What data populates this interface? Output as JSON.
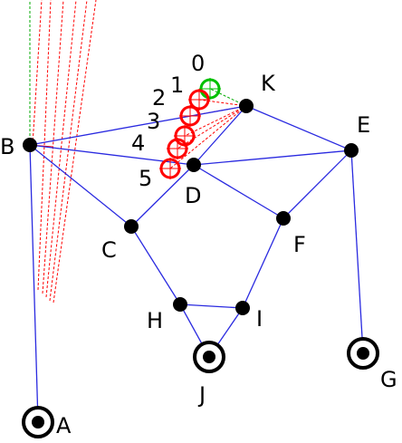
{
  "nodes": {
    "A": {
      "label": "A"
    },
    "B": {
      "label": "B"
    },
    "C": {
      "label": "C"
    },
    "D": {
      "label": "D"
    },
    "E": {
      "label": "E"
    },
    "F": {
      "label": "F"
    },
    "G": {
      "label": "G"
    },
    "H": {
      "label": "H"
    },
    "I": {
      "label": "I"
    },
    "J": {
      "label": "J"
    },
    "K": {
      "label": "K"
    }
  },
  "fixed_nodes": [
    "A",
    "G",
    "J"
  ],
  "edges": [
    [
      "A",
      "B"
    ],
    [
      "B",
      "K"
    ],
    [
      "B",
      "D"
    ],
    [
      "B",
      "C"
    ],
    [
      "C",
      "D"
    ],
    [
      "D",
      "K"
    ],
    [
      "D",
      "E"
    ],
    [
      "D",
      "F"
    ],
    [
      "K",
      "E"
    ],
    [
      "E",
      "F"
    ],
    [
      "E",
      "G"
    ],
    [
      "F",
      "I"
    ],
    [
      "C",
      "H"
    ],
    [
      "H",
      "I"
    ],
    [
      "H",
      "J"
    ],
    [
      "I",
      "J"
    ]
  ],
  "trace_labels": [
    "0",
    "1",
    "2",
    "3",
    "4",
    "5"
  ],
  "colors": {
    "edge": "#2a2ae0",
    "node": "#000000",
    "trace_current": "#00c000",
    "trace_past": "#ff0000",
    "guide": "#00aa00",
    "motion": "#ff0000"
  }
}
